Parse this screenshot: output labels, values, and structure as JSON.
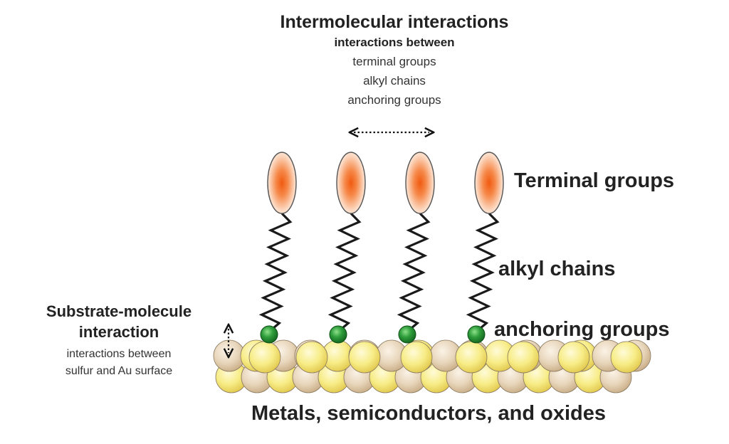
{
  "intermolecular": {
    "title": "Intermolecular interactions",
    "subtitle": "interactions between",
    "items": [
      "terminal groups",
      "alkyl chains",
      "anchoring groups"
    ]
  },
  "labels": {
    "terminal": "Terminal groups",
    "alkyl": "alkyl chains",
    "anchoring": "anchoring groups"
  },
  "substrate_interaction": {
    "title_line1": "Substrate-molecule",
    "title_line2": "interaction",
    "desc_line1": "interactions between",
    "desc_line2": "sulfur and Au surface"
  },
  "substrate": {
    "caption": "Metals, semiconductors, and oxides"
  },
  "colors": {
    "terminal_core": "#f26a1b",
    "terminal_edge": "#fde6d6",
    "anchor": "#2e9a3e",
    "chain": "#1a1a1a",
    "atom_gold": "#f5e678",
    "atom_tan": "#d9c3a0"
  },
  "molecule_count": 4
}
